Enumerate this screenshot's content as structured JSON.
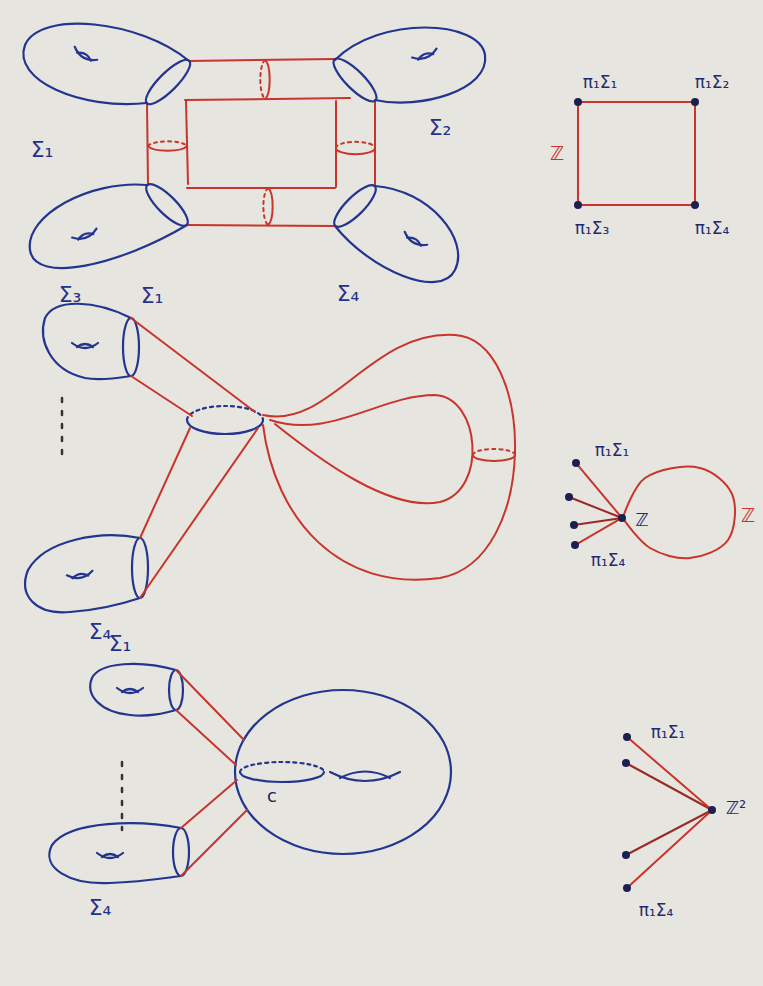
{
  "diagram": {
    "nodes": [
      {
        "text": [
          "π₁Σ₁"
        ]
      },
      {
        "text": [
          "π₁Σ₂"
        ]
      },
      {
        "text": [
          "π₁Σ₃"
        ]
      },
      {
        "text": [
          "π₁Σ₄"
        ]
      },
      {
        "text": [
          "π₁Σ₁"
        ]
      },
      {
        "text": [
          "π₁Σ₄"
        ]
      },
      {
        "text": [
          "ℤ"
        ]
      },
      {
        "text": [
          "π₁Σ₁"
        ]
      },
      {
        "text": [
          "π₁Σ₄"
        ]
      },
      {
        "text": [
          "ℤ²"
        ]
      }
    ],
    "edges": [
      {
        "from": 0,
        "to": 1,
        "arrow": "none"
      },
      {
        "from": 0,
        "to": 2,
        "arrow": "none",
        "label": "ℤ"
      },
      {
        "from": 1,
        "to": 3,
        "arrow": "none"
      },
      {
        "from": 2,
        "to": 3,
        "arrow": "none"
      },
      {
        "from": 4,
        "to": 6,
        "arrow": "none"
      },
      {
        "from": 5,
        "to": 6,
        "arrow": "none"
      },
      {
        "from": 6,
        "to": 6,
        "arrow": "none",
        "label": "ℤ"
      },
      {
        "from": 7,
        "to": 9,
        "arrow": "none"
      },
      {
        "from": 8,
        "to": 9,
        "arrow": "none"
      }
    ],
    "labels": [
      "Σ₁",
      "Σ₂",
      "Σ₃",
      "Σ₄",
      "Σ₁",
      "Σ₄",
      "Σ₁",
      "c",
      "Σ₄"
    ]
  }
}
